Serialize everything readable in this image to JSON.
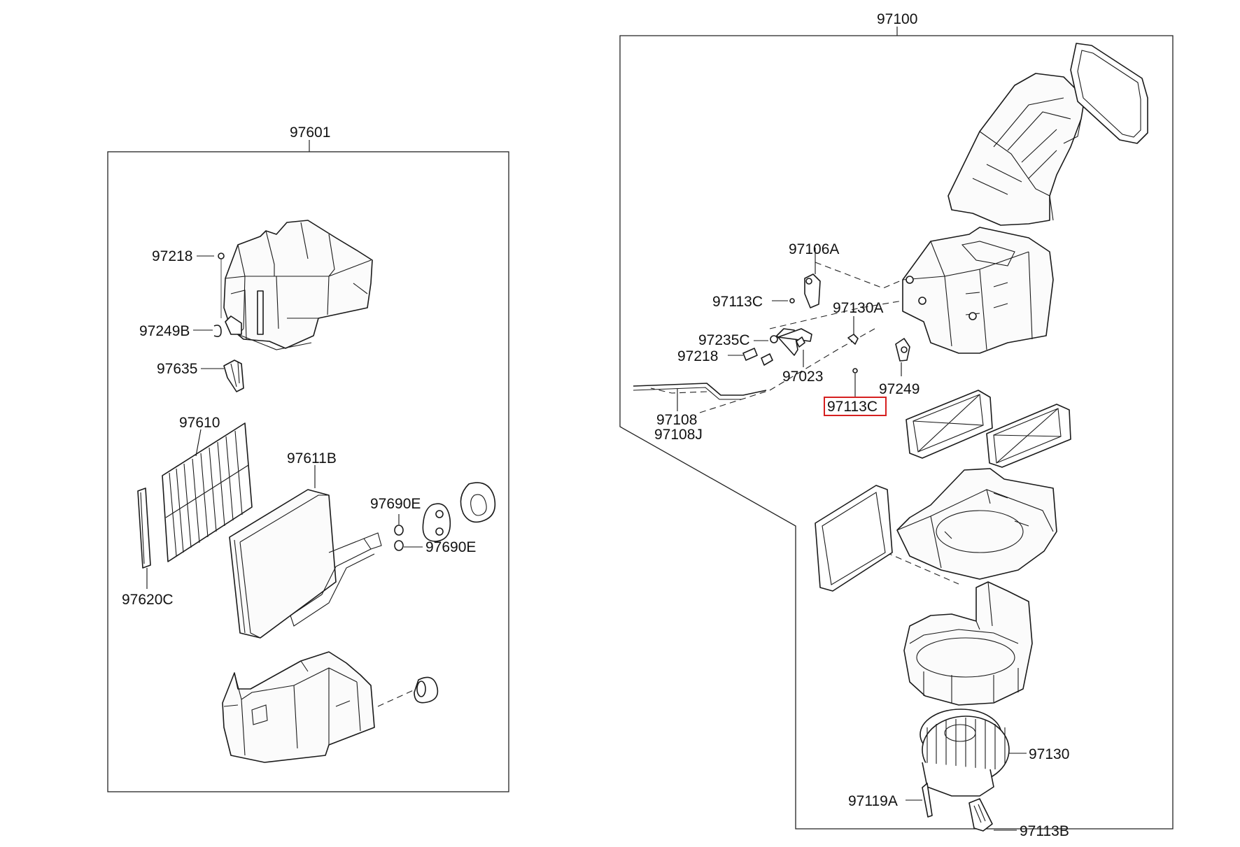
{
  "left_assembly": {
    "number": "97601",
    "labels": [
      "97218",
      "97249B",
      "97635",
      "97610",
      "97611B",
      "97690E",
      "97690E",
      "97620C"
    ]
  },
  "right_assembly": {
    "number": "97100",
    "labels": [
      "97106A",
      "97113C",
      "97130A",
      "97235C",
      "97218",
      "97023",
      "97249",
      "97113C",
      "97108",
      "97108J",
      "97130",
      "97119A",
      "97113B"
    ]
  },
  "highlight": {
    "label": "97113C",
    "color": "#d62020"
  }
}
